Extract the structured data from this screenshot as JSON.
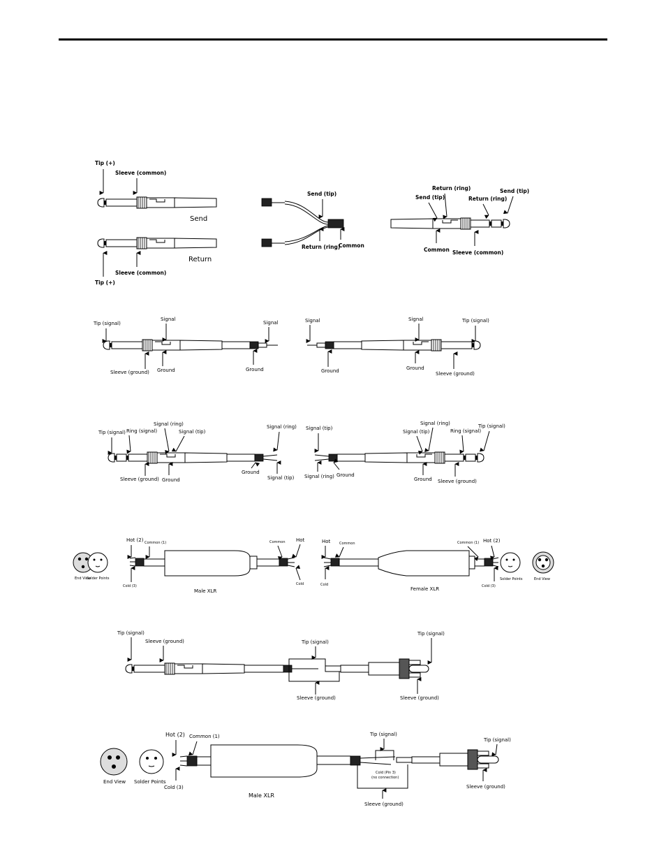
{
  "diagram1": {
    "send": "Send",
    "return": "Return",
    "tip_plus_top": "Tip (+)",
    "sleeve_common_top": "Sleeve (common)",
    "tip_plus_bottom": "Tip (+)",
    "sleeve_common_bottom": "Sleeve (common)",
    "send_tip_mid": "Send (tip)",
    "return_ring_mid": "Return (ring)",
    "common_mid": "Common",
    "return_ring_r1": "Return (ring)",
    "send_tip_r1": "Send (tip)",
    "return_ring_r2": "Return (ring)",
    "send_tip_r2": "Send (tip)",
    "common_right": "Common",
    "sleeve_common_right": "Sleeve (common)"
  },
  "diagram2": {
    "tip_signal_l": "Tip (signal)",
    "signal_l": "Signal",
    "signal_l_end": "Signal",
    "sleeve_ground_l": "Sleeve (ground)",
    "ground_l1": "Ground",
    "ground_l2": "Ground",
    "signal_r_end": "Signal",
    "signal_r": "Signal",
    "tip_signal_r": "Tip (signal)",
    "ground_r1": "Ground",
    "ground_r2": "Ground",
    "sleeve_ground_r": "Sleeve (ground)"
  },
  "diagram3": {
    "tip_signal_l": "Tip (signal)",
    "ring_signal_l": "Ring (signal)",
    "signal_ring_l": "Signal (ring)",
    "signal_tip_l": "Signal (tip)",
    "signal_ring_l_end": "Signal (ring)",
    "sleeve_ground_l": "Sleeve (ground)",
    "ground_l": "Ground",
    "ground_l_end": "Ground",
    "signal_tip_l_end": "Signal (tip)",
    "signal_tip_r_end": "Signal (tip)",
    "signal_ring_r_end": "Signal (ring)",
    "ground_r_end": "Ground",
    "signal_ring_r": "Signal (ring)",
    "signal_tip_r": "Signal (tip)",
    "ring_signal_r": "Ring (signal)",
    "tip_signal_r": "Tip (signal)",
    "ground_r": "Ground",
    "sleeve_ground_r": "Sleeve (ground)"
  },
  "diagram4": {
    "hot2_l": "Hot (2)",
    "common1_l": "Common (1)",
    "common_l_end": "Common",
    "hot_l_end": "Hot",
    "end_view_l": "End View",
    "solder_points_l": "Solder Points",
    "cold3_l": "Cold (3)",
    "cold_l_end": "Cold",
    "male_xlr": "Male XLR",
    "hot_r_end": "Hot",
    "common_r_end": "Common",
    "common1_r": "Common (1)",
    "hot2_r": "Hot (2)",
    "cold_r_end": "Cold",
    "cold3_r": "Cold (3)",
    "solder_points_r": "Solder Points",
    "end_view_r": "End View",
    "female_xlr": "Female XLR"
  },
  "diagram5": {
    "tip_signal_l": "Tip (signal)",
    "sleeve_ground_l": "Sleeve (ground)",
    "tip_signal_mid": "Tip (signal)",
    "sleeve_ground_mid": "Sleeve (ground)",
    "tip_signal_r": "Tip (signal)",
    "sleeve_ground_r": "Sleeve (ground)"
  },
  "diagram6": {
    "hot2": "Hot (2)",
    "common1": "Common (1)",
    "end_view": "End View",
    "solder_points": "Solder Points",
    "cold3": "Cold (3)",
    "male_xlr": "Male XLR",
    "tip_signal_mid": "Tip (signal)",
    "cold_pin3": "Cold (Pin 3)",
    "no_connection": "(no connection)",
    "sleeve_ground_mid": "Sleeve (ground)",
    "tip_signal_r": "Tip (signal)",
    "sleeve_ground_r": "Sleeve (ground)"
  }
}
